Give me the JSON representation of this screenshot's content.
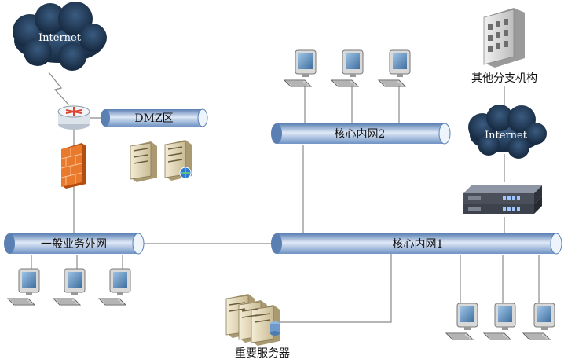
{
  "clouds": {
    "internet_left": "Internet",
    "internet_right": "Internet"
  },
  "segments": {
    "dmz": "DMZ区",
    "general_external": "一般业务外网",
    "core_inner_1": "核心内网1",
    "core_inner_2": "核心内网2"
  },
  "nodes": {
    "branch_label": "其他分支机构",
    "servers_label": "重要服务器"
  },
  "colors": {
    "pipe_dark": "#6f93c4",
    "pipe_light": "#e9f1fb",
    "cloud": "#1d3350",
    "firewall": "#e26b1f",
    "line": "#8a8a8a"
  }
}
